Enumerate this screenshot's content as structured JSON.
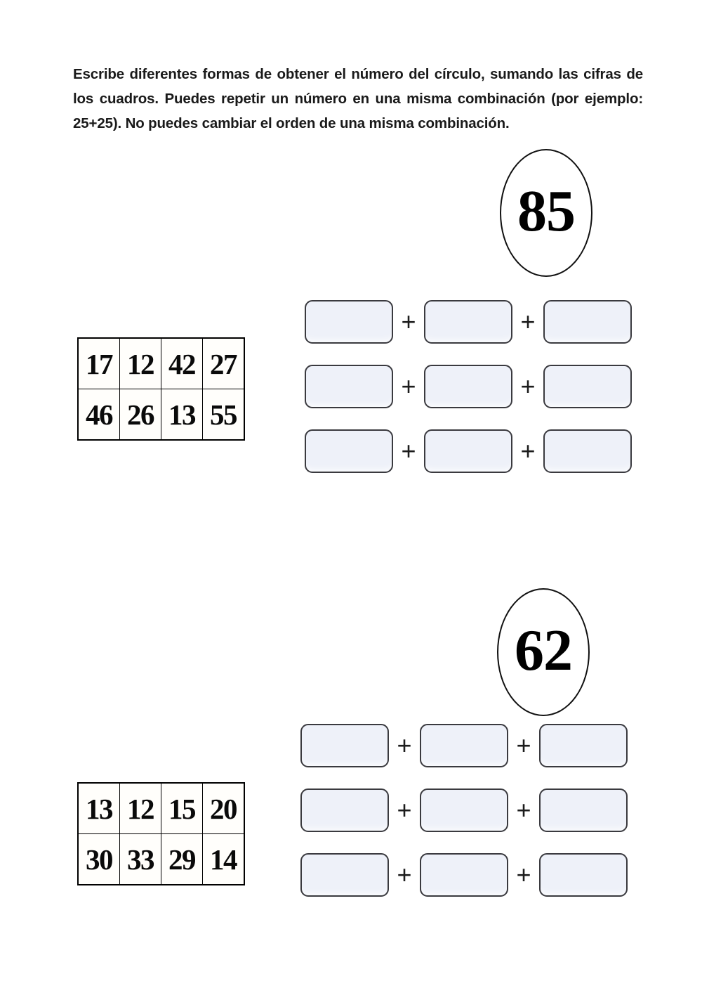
{
  "instructions": {
    "text": "Escribe diferentes formas de obtener el número del círculo, sumando las cifras de los cuadros. Puedes repetir un número en una misma combinación (por ejemplo: 25+25). No puedes cambiar el orden de una misma combinación."
  },
  "colors": {
    "box_fill": "#eef1f9",
    "box_border": "#3a3a3f",
    "text": "#111111",
    "background": "#ffffff"
  },
  "operator": "+",
  "exercises": [
    {
      "id": "exercise-1",
      "target": "85",
      "grid": {
        "rows": [
          [
            "17",
            "12",
            "42",
            "27"
          ],
          [
            "46",
            "26",
            "13",
            "55"
          ]
        ]
      },
      "answer_rows": [
        {
          "boxes": [
            "",
            "",
            ""
          ]
        },
        {
          "boxes": [
            "",
            "",
            ""
          ]
        },
        {
          "boxes": [
            "",
            "",
            ""
          ]
        }
      ]
    },
    {
      "id": "exercise-2",
      "target": "62",
      "grid": {
        "rows": [
          [
            "13",
            "12",
            "15",
            "20"
          ],
          [
            "30",
            "33",
            "29",
            "14"
          ]
        ]
      },
      "answer_rows": [
        {
          "boxes": [
            "",
            "",
            ""
          ]
        },
        {
          "boxes": [
            "",
            "",
            ""
          ]
        },
        {
          "boxes": [
            "",
            "",
            ""
          ]
        }
      ]
    }
  ]
}
